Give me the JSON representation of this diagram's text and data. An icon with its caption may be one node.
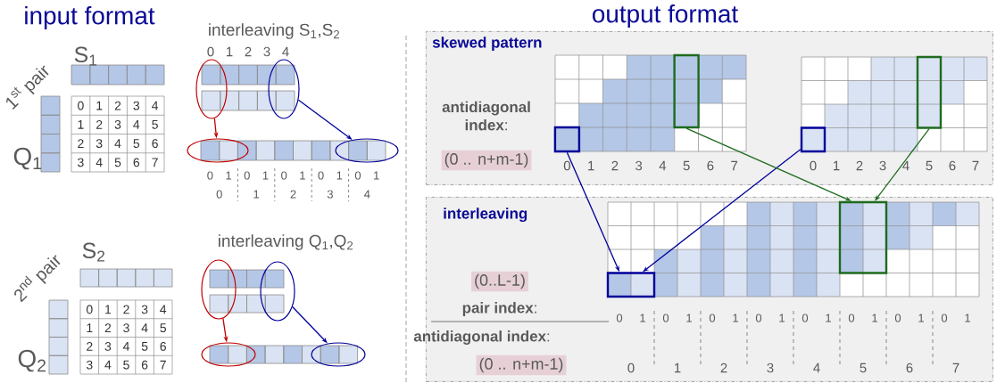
{
  "diagram": {
    "nodes": [
      {
        "text": [
          "skewed pattern"
        ]
      },
      {
        "text": [
          "interleaving"
        ]
      },
      {
        "text": [],
        "shape": "ellipse"
      },
      {
        "text": [],
        "shape": "ellipse"
      },
      {
        "text": [],
        "shape": "ellipse"
      },
      {
        "text": [],
        "shape": "ellipse"
      },
      {
        "text": [],
        "shape": "ellipse"
      },
      {
        "text": [],
        "shape": "ellipse"
      },
      {
        "text": [],
        "shape": "ellipse"
      },
      {
        "text": [],
        "shape": "ellipse"
      },
      {
        "text": [],
        "shape": "box",
        "in": 0
      },
      {
        "text": [],
        "shape": "box",
        "in": 0
      },
      {
        "text": [],
        "shape": "box",
        "in": 0
      },
      {
        "text": [],
        "shape": "box",
        "in": 0
      },
      {
        "text": [],
        "shape": "box",
        "in": 1
      },
      {
        "text": [],
        "shape": "box",
        "in": 1
      }
    ],
    "edges": [
      {
        "from": 2,
        "to": 4,
        "arrow": "to",
        "color": "#c00000"
      },
      {
        "from": 3,
        "to": 5,
        "arrow": "to",
        "color": "#000099"
      },
      {
        "from": 6,
        "to": 8,
        "arrow": "to",
        "color": "#c00000"
      },
      {
        "from": 7,
        "to": 9,
        "arrow": "to",
        "color": "#000099"
      },
      {
        "from": 10,
        "to": 14,
        "arrow": "to",
        "color": "#000099"
      },
      {
        "from": 12,
        "to": 14,
        "arrow": "to",
        "color": "#000099"
      },
      {
        "from": 11,
        "to": 15,
        "arrow": "to",
        "color": "#1e6b1e"
      },
      {
        "from": 13,
        "to": 15,
        "arrow": "to",
        "color": "#1e6b1e"
      }
    ],
    "labels": [
      "input format",
      "output format",
      "1$^{st}$ pair",
      "S$_{1}$",
      "interleaving S$_{1}$,S$_{2}$",
      "0",
      "1",
      "2",
      "3",
      "4",
      "0",
      "1",
      "2",
      "3",
      "4",
      "1",
      "2",
      "3",
      "4",
      "5",
      "2",
      "3",
      "4",
      "5",
      "6",
      "3",
      "4",
      "5",
      "6",
      "7",
      "Q$_{1}$",
      "0",
      "1",
      "0",
      "1",
      "0",
      "1",
      "0",
      "1",
      "0",
      "1",
      "0",
      "1",
      "2",
      "3",
      "4",
      "2$^{nd}$ pair",
      "S$_{2}$",
      "interleaving Q$_{1}$,Q$_{2}$",
      "0",
      "1",
      "2",
      "3",
      "4",
      "1",
      "2",
      "3",
      "4",
      "5",
      "2",
      "3",
      "4",
      "5",
      "6",
      "3",
      "4",
      "5",
      "6",
      "7",
      "Q$_{2}$",
      "**antidiagonal index**:",
      "(0 .. n+m-1)",
      "0",
      "1",
      "2",
      "3",
      "4",
      "5",
      "6",
      "7",
      "0",
      "1",
      "2",
      "3",
      "4",
      "5",
      "6",
      "7",
      "(0..L-1)",
      "**pair index**:",
      "**antidiagonal index**:",
      "(0 .. n+m-1)",
      "0",
      "1",
      "0",
      "1",
      "0",
      "1",
      "0",
      "1",
      "0",
      "1",
      "0",
      "1",
      "0",
      "1",
      "0",
      "1",
      "0",
      "1",
      "2",
      "3",
      "4",
      "5",
      "6",
      "7"
    ]
  }
}
